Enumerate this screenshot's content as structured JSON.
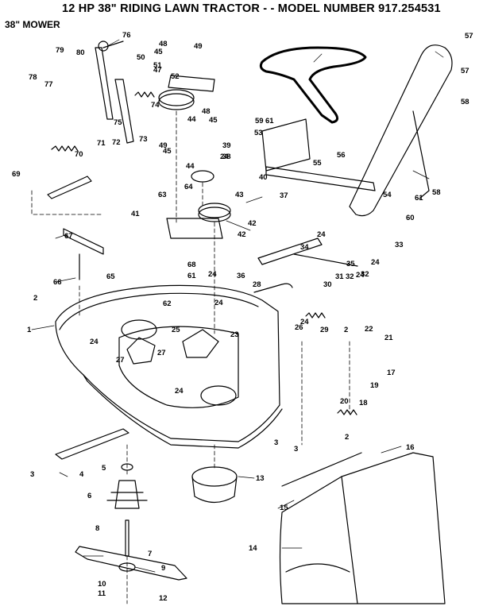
{
  "title": "12 HP 38\" RIDING LAWN TRACTOR - - MODEL NUMBER 917.254531",
  "subtitle": "38\" MOWER",
  "callouts": [
    "1",
    "2",
    "2",
    "2",
    "3",
    "3",
    "3",
    "4",
    "5",
    "6",
    "7",
    "8",
    "9",
    "10",
    "11",
    "12",
    "13",
    "14",
    "15",
    "16",
    "17",
    "18",
    "19",
    "20",
    "21",
    "22",
    "23",
    "24",
    "24",
    "24",
    "24",
    "24",
    "24",
    "24",
    "24",
    "24",
    "25",
    "26",
    "27",
    "27",
    "28",
    "29",
    "30",
    "31",
    "32",
    "32",
    "33",
    "34",
    "35",
    "36",
    "37",
    "38",
    "39",
    "40",
    "41",
    "42",
    "42",
    "43",
    "44",
    "44",
    "45",
    "45",
    "45",
    "47",
    "48",
    "48",
    "49",
    "49",
    "50",
    "51",
    "52",
    "53",
    "54",
    "55",
    "56",
    "57",
    "57",
    "58",
    "58",
    "59",
    "60",
    "61",
    "61",
    "61",
    "62",
    "63",
    "64",
    "65",
    "66",
    "67",
    "68",
    "69",
    "70",
    "71",
    "72",
    "73",
    "74",
    "75",
    "76",
    "77",
    "78",
    "79",
    "80"
  ]
}
